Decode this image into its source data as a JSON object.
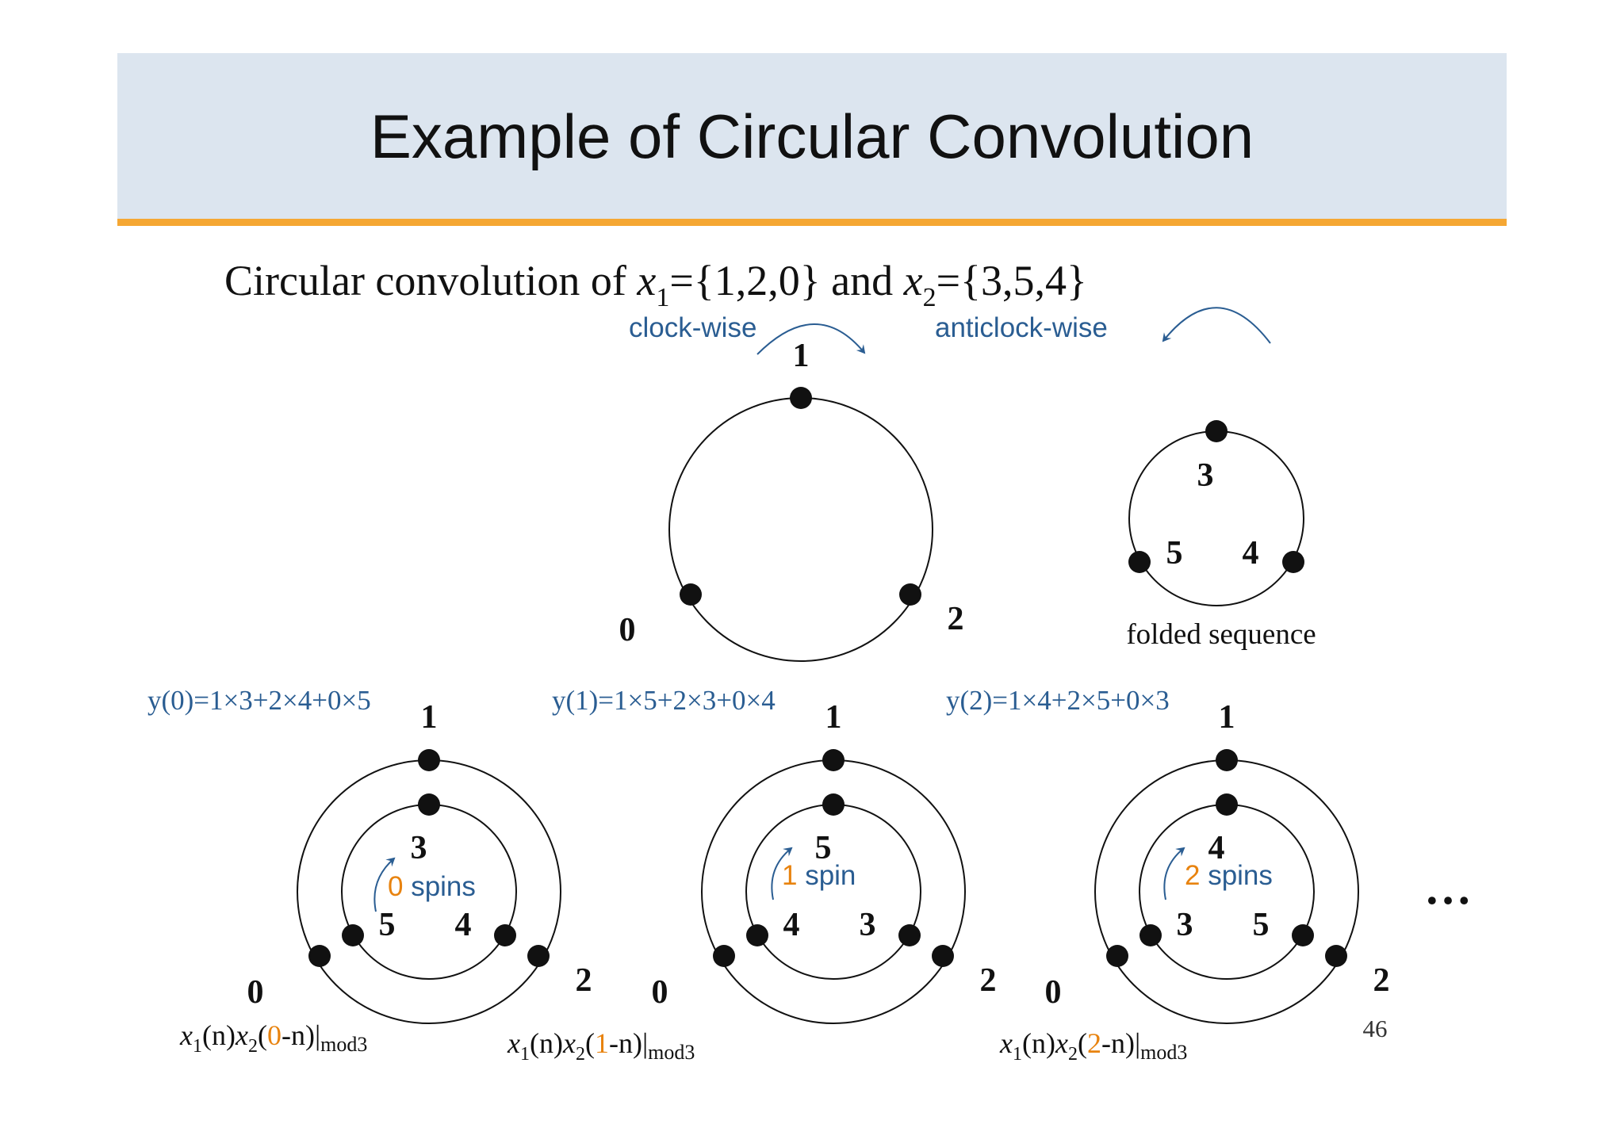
{
  "title": "Example of Circular Convolution",
  "subtitle": {
    "prefix": "Circular convolution of ",
    "x1_var": "x",
    "x1_sub": "1",
    "x1_val": "={1,2,0}",
    "and": " and ",
    "x2_var": "x",
    "x2_sub": "2",
    "x2_val": "={3,5,4}"
  },
  "directions": {
    "clockwise": "clock-wise",
    "anticlockwise": "anticlock-wise"
  },
  "outer_labels": {
    "top": "1",
    "left": "0",
    "right": "2"
  },
  "folded": {
    "top": "3",
    "left": "5",
    "right": "4",
    "caption": "folded sequence"
  },
  "examples": [
    {
      "y_eq": "y(0)=1×3+2×4+0×5",
      "inner": {
        "top": "3",
        "left": "5",
        "right": "4"
      },
      "spin_num": "0",
      "spin_word": " spins",
      "shift": "0"
    },
    {
      "y_eq": "y(1)=1×5+2×3+0×4",
      "inner": {
        "top": "5",
        "left": "4",
        "right": "3"
      },
      "spin_num": "1",
      "spin_word": " spin",
      "shift": "1"
    },
    {
      "y_eq": "y(2)=1×4+2×5+0×3",
      "inner": {
        "top": "4",
        "left": "3",
        "right": "5"
      },
      "spin_num": "2",
      "spin_word": " spins",
      "shift": "2"
    }
  ],
  "formula": {
    "x1": "x",
    "sub1": "1",
    "n1": "(n)",
    "x2": "x",
    "sub2": "2",
    "open": "(",
    "minus_n": "-n)",
    "bar": "|",
    "mod": "mod3"
  },
  "ellipsis": "…",
  "page_number": "46",
  "colors": {
    "header_bg": "#dce5ef",
    "header_rule": "#f5a733",
    "blue": "#2a5d92",
    "orange": "#e8830f"
  }
}
